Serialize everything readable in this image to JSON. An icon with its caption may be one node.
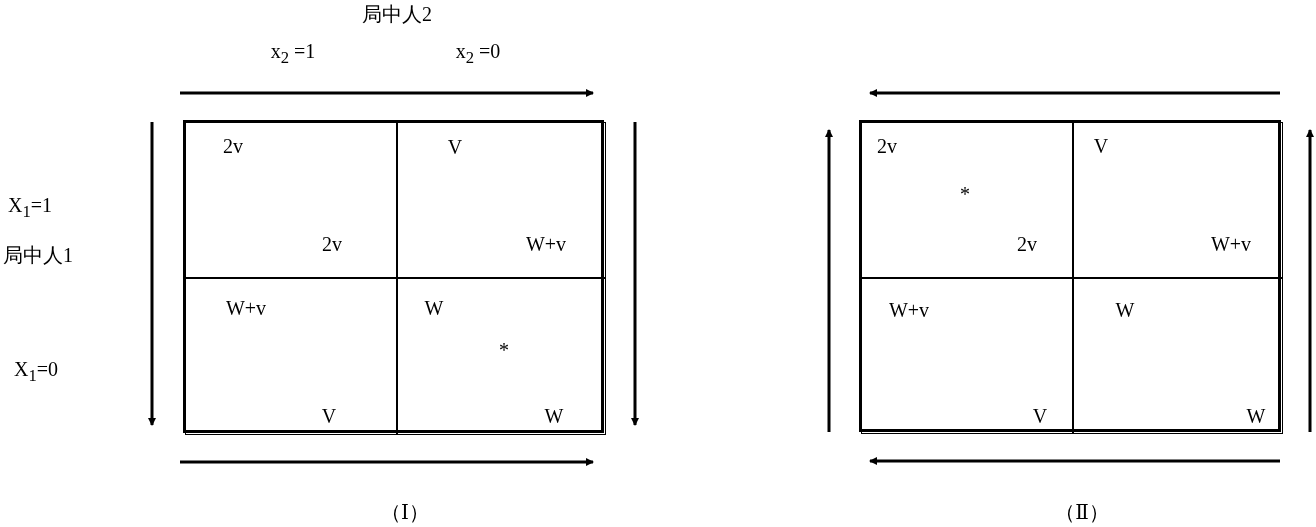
{
  "diagram": {
    "nodes": [
      {
        "text": [],
        "shape": "box"
      },
      {
        "text": [
          "2v",
          "2v"
        ],
        "in": 0
      },
      {
        "text": [
          "V",
          "W+v"
        ],
        "in": 0
      },
      {
        "text": [
          "W+v",
          "V"
        ],
        "in": 0
      },
      {
        "text": [
          "W",
          "*",
          "W"
        ],
        "in": 0
      },
      {
        "text": [],
        "shape": "box"
      },
      {
        "text": [
          "2v",
          "*",
          "2v"
        ],
        "in": 5
      },
      {
        "text": [
          "V",
          "W+v"
        ],
        "in": 5
      },
      {
        "text": [
          "W+v",
          "V"
        ],
        "in": 5
      },
      {
        "text": [
          "W",
          "W"
        ],
        "in": 5
      }
    ],
    "edges": [],
    "labels": [
      "局中人2",
      "x$_{2}$ =1",
      "x$_{2}$ =0",
      "X$_{1}$=1",
      "局中人1",
      "X$_{1}$=0",
      "（Ⅰ）",
      "（Ⅱ）"
    ]
  }
}
